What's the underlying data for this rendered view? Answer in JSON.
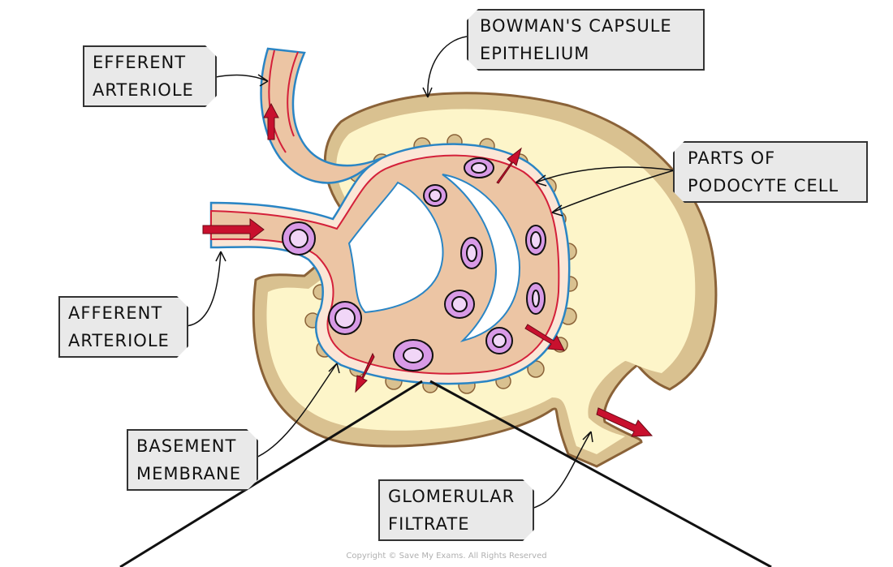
{
  "title": "Structure of Bowman's capsule and glomerulus (ultrafiltration)",
  "labels": {
    "efferent_arteriole": [
      "EFFERENT",
      "ARTERIOLE"
    ],
    "bowmans_capsule_epithelium": [
      "BOWMAN'S CAPSULE",
      "EPITHELIUM"
    ],
    "parts_of_podocyte_cell": [
      "PARTS OF",
      "PODOCYTE CELL"
    ],
    "afferent_arteriole": [
      "AFFERENT",
      "ARTERIOLE"
    ],
    "basement_membrane": [
      "BASEMENT",
      "MEMBRANE"
    ],
    "glomerular_filtrate": [
      "GLOMERULAR",
      "FILTRATE"
    ]
  },
  "copyright": "Copyright © Save My Exams. All Rights Reserved",
  "colors": {
    "capsule_wall": "#d9c190",
    "capsule_outline": "#8a6238",
    "capsule_space": "#fdf5c9",
    "vessel_fill": "#ecc5a4",
    "vessel_endothelium": "#fbe6d6",
    "vessel_red_line": "#d4203a",
    "vessel_blue_line": "#2a85c4",
    "cell_fill": "#d89ae6",
    "cell_inner": "#f1d6f7",
    "arrow_red": "#c8102e",
    "tag_fill": "#e9e9e9"
  }
}
